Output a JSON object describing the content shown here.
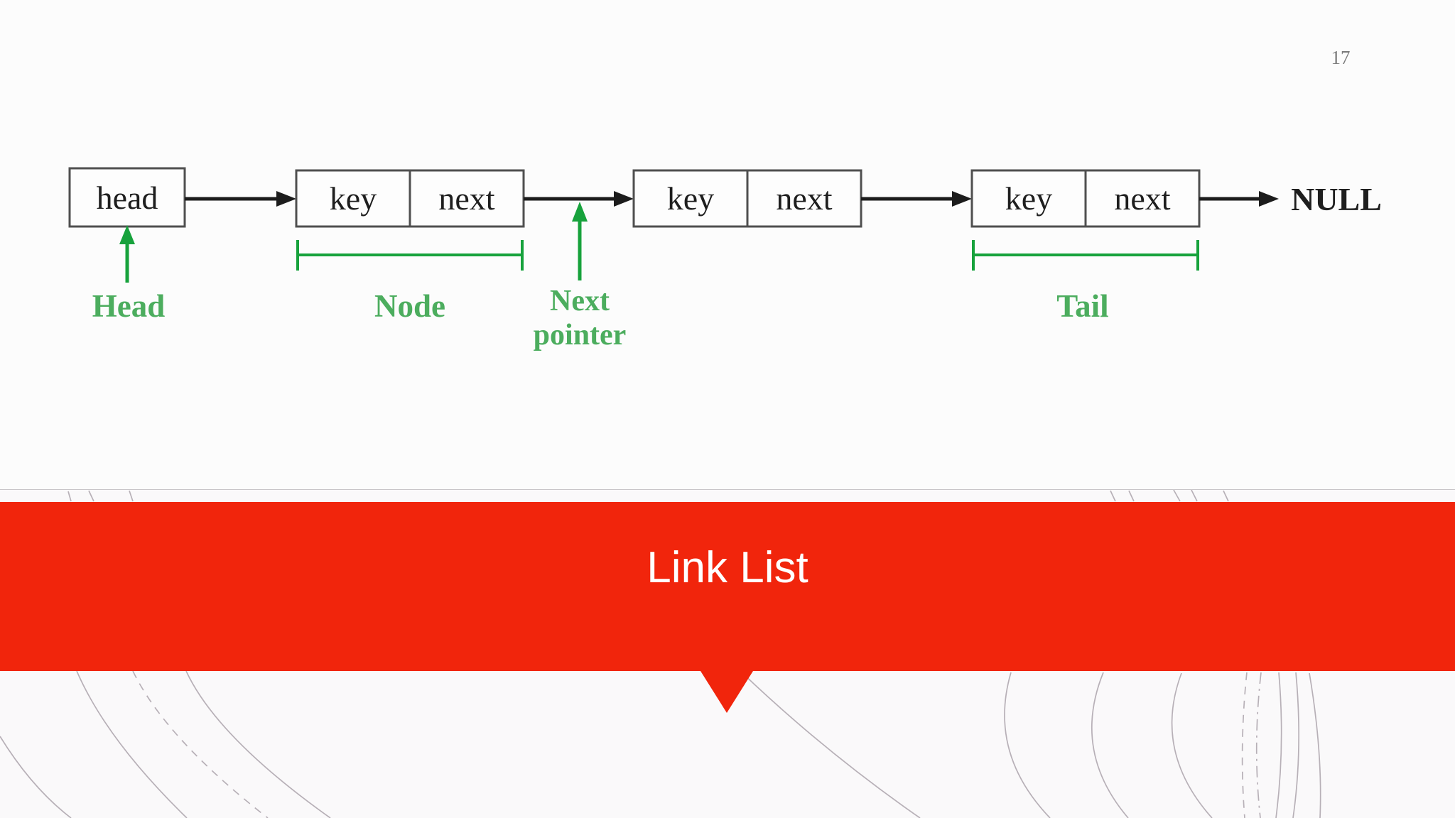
{
  "slide": {
    "page_number": "17",
    "title": "Link List",
    "colors": {
      "accent_red": "#F1250C",
      "diagram_green": "#17A23C",
      "label_green": "#4CAD5E"
    }
  },
  "diagram": {
    "head_box_label": "head",
    "nodes": [
      {
        "key": "key",
        "next": "next"
      },
      {
        "key": "key",
        "next": "next"
      },
      {
        "key": "key",
        "next": "next"
      }
    ],
    "null_label": "NULL",
    "annotations": {
      "head": "Head",
      "node": "Node",
      "next_pointer_line1": "Next",
      "next_pointer_line2": "pointer",
      "tail": "Tail"
    }
  }
}
